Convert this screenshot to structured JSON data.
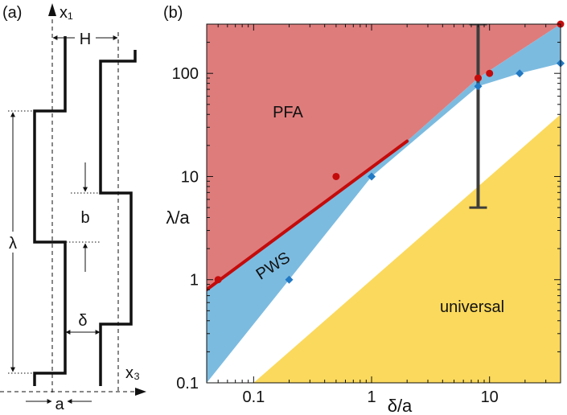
{
  "panel_a": {
    "label": "(a)",
    "x1_label": "x₁",
    "x3_label": "x₃",
    "H_label": "H",
    "lambda_label": "λ",
    "b_label": "b",
    "delta_label": "δ",
    "a_label": "a"
  },
  "panel_b": {
    "label": "(b)",
    "region_labels": {
      "pfa": "PFA",
      "pws": "PWS",
      "universal": "universal"
    }
  },
  "colors": {
    "pfa_region": "#de7c7c",
    "pws_region": "#7cbbe0",
    "universal_region": "#fbd95c",
    "red_series": "#c40b0b",
    "blue_series": "#2279c4",
    "error_bar": "#3d3d3d"
  },
  "chart_data": {
    "type": "scatter",
    "title": "",
    "xlabel": "δ/a",
    "ylabel": "λ/a",
    "xscale": "log",
    "yscale": "log",
    "xlim": [
      0.04,
      40
    ],
    "ylim": [
      0.1,
      300
    ],
    "xticks": [
      0.1,
      1,
      10
    ],
    "xtick_labels": [
      "0.1",
      "1",
      "10"
    ],
    "yticks": [
      0.1,
      1,
      10,
      100
    ],
    "ytick_labels": [
      "0.1",
      "1",
      "10",
      "100"
    ],
    "series": [
      {
        "color": "#c40b0b",
        "marker": "circle",
        "points": [
          {
            "x": 0.05,
            "y": 1
          },
          {
            "x": 0.5,
            "y": 10
          },
          {
            "x": 8,
            "y": 90
          },
          {
            "x": 10,
            "y": 100
          },
          {
            "x": 40,
            "y": 300
          }
        ]
      },
      {
        "color": "#2279c4",
        "marker": "diamond",
        "points": [
          {
            "x": 0.2,
            "y": 1
          },
          {
            "x": 1,
            "y": 10
          },
          {
            "x": 8,
            "y": 75
          },
          {
            "x": 18,
            "y": 100
          },
          {
            "x": 40,
            "y": 125
          }
        ]
      }
    ],
    "line": {
      "color": "#c40b0b",
      "x": [
        0.04,
        2
      ],
      "y": [
        0.8,
        22
      ]
    },
    "error_bar": {
      "x": 8,
      "y_low": 5,
      "y_high": 300
    },
    "regions": {
      "pfa_lower_boundary": [
        [
          0.04,
          0.8
        ],
        [
          2,
          22
        ],
        [
          8,
          90
        ],
        [
          40,
          300
        ]
      ],
      "pws_lower_boundary": [
        [
          0.04,
          0.1
        ],
        [
          0.2,
          1
        ],
        [
          1,
          10
        ],
        [
          8,
          75
        ],
        [
          18,
          100
        ],
        [
          40,
          125
        ]
      ],
      "universal_upper_boundary": [
        [
          0.1,
          0.1
        ],
        [
          40,
          40
        ]
      ]
    }
  }
}
